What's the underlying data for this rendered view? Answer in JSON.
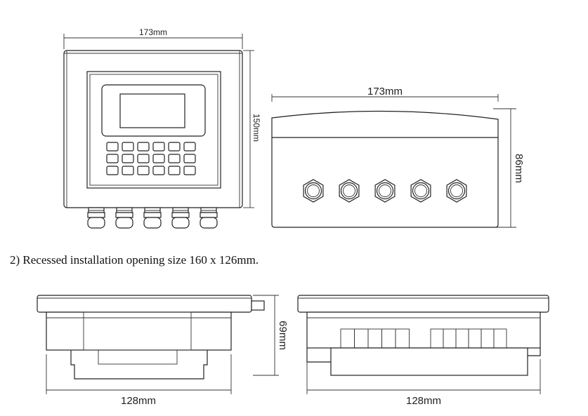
{
  "front_view": {
    "width_label": "173mm",
    "height_label": "150mm",
    "keypad": {
      "rows": 3,
      "cols": 6
    },
    "glands": 5
  },
  "side_view": {
    "width_label": "173mm",
    "height_label": "86mm",
    "glands": 5
  },
  "caption": "2) Recessed installation opening size 160 x 126mm.",
  "recessed_left": {
    "width_label": "128mm",
    "height_label": "69mm"
  },
  "recessed_right": {
    "width_label": "128mm"
  }
}
